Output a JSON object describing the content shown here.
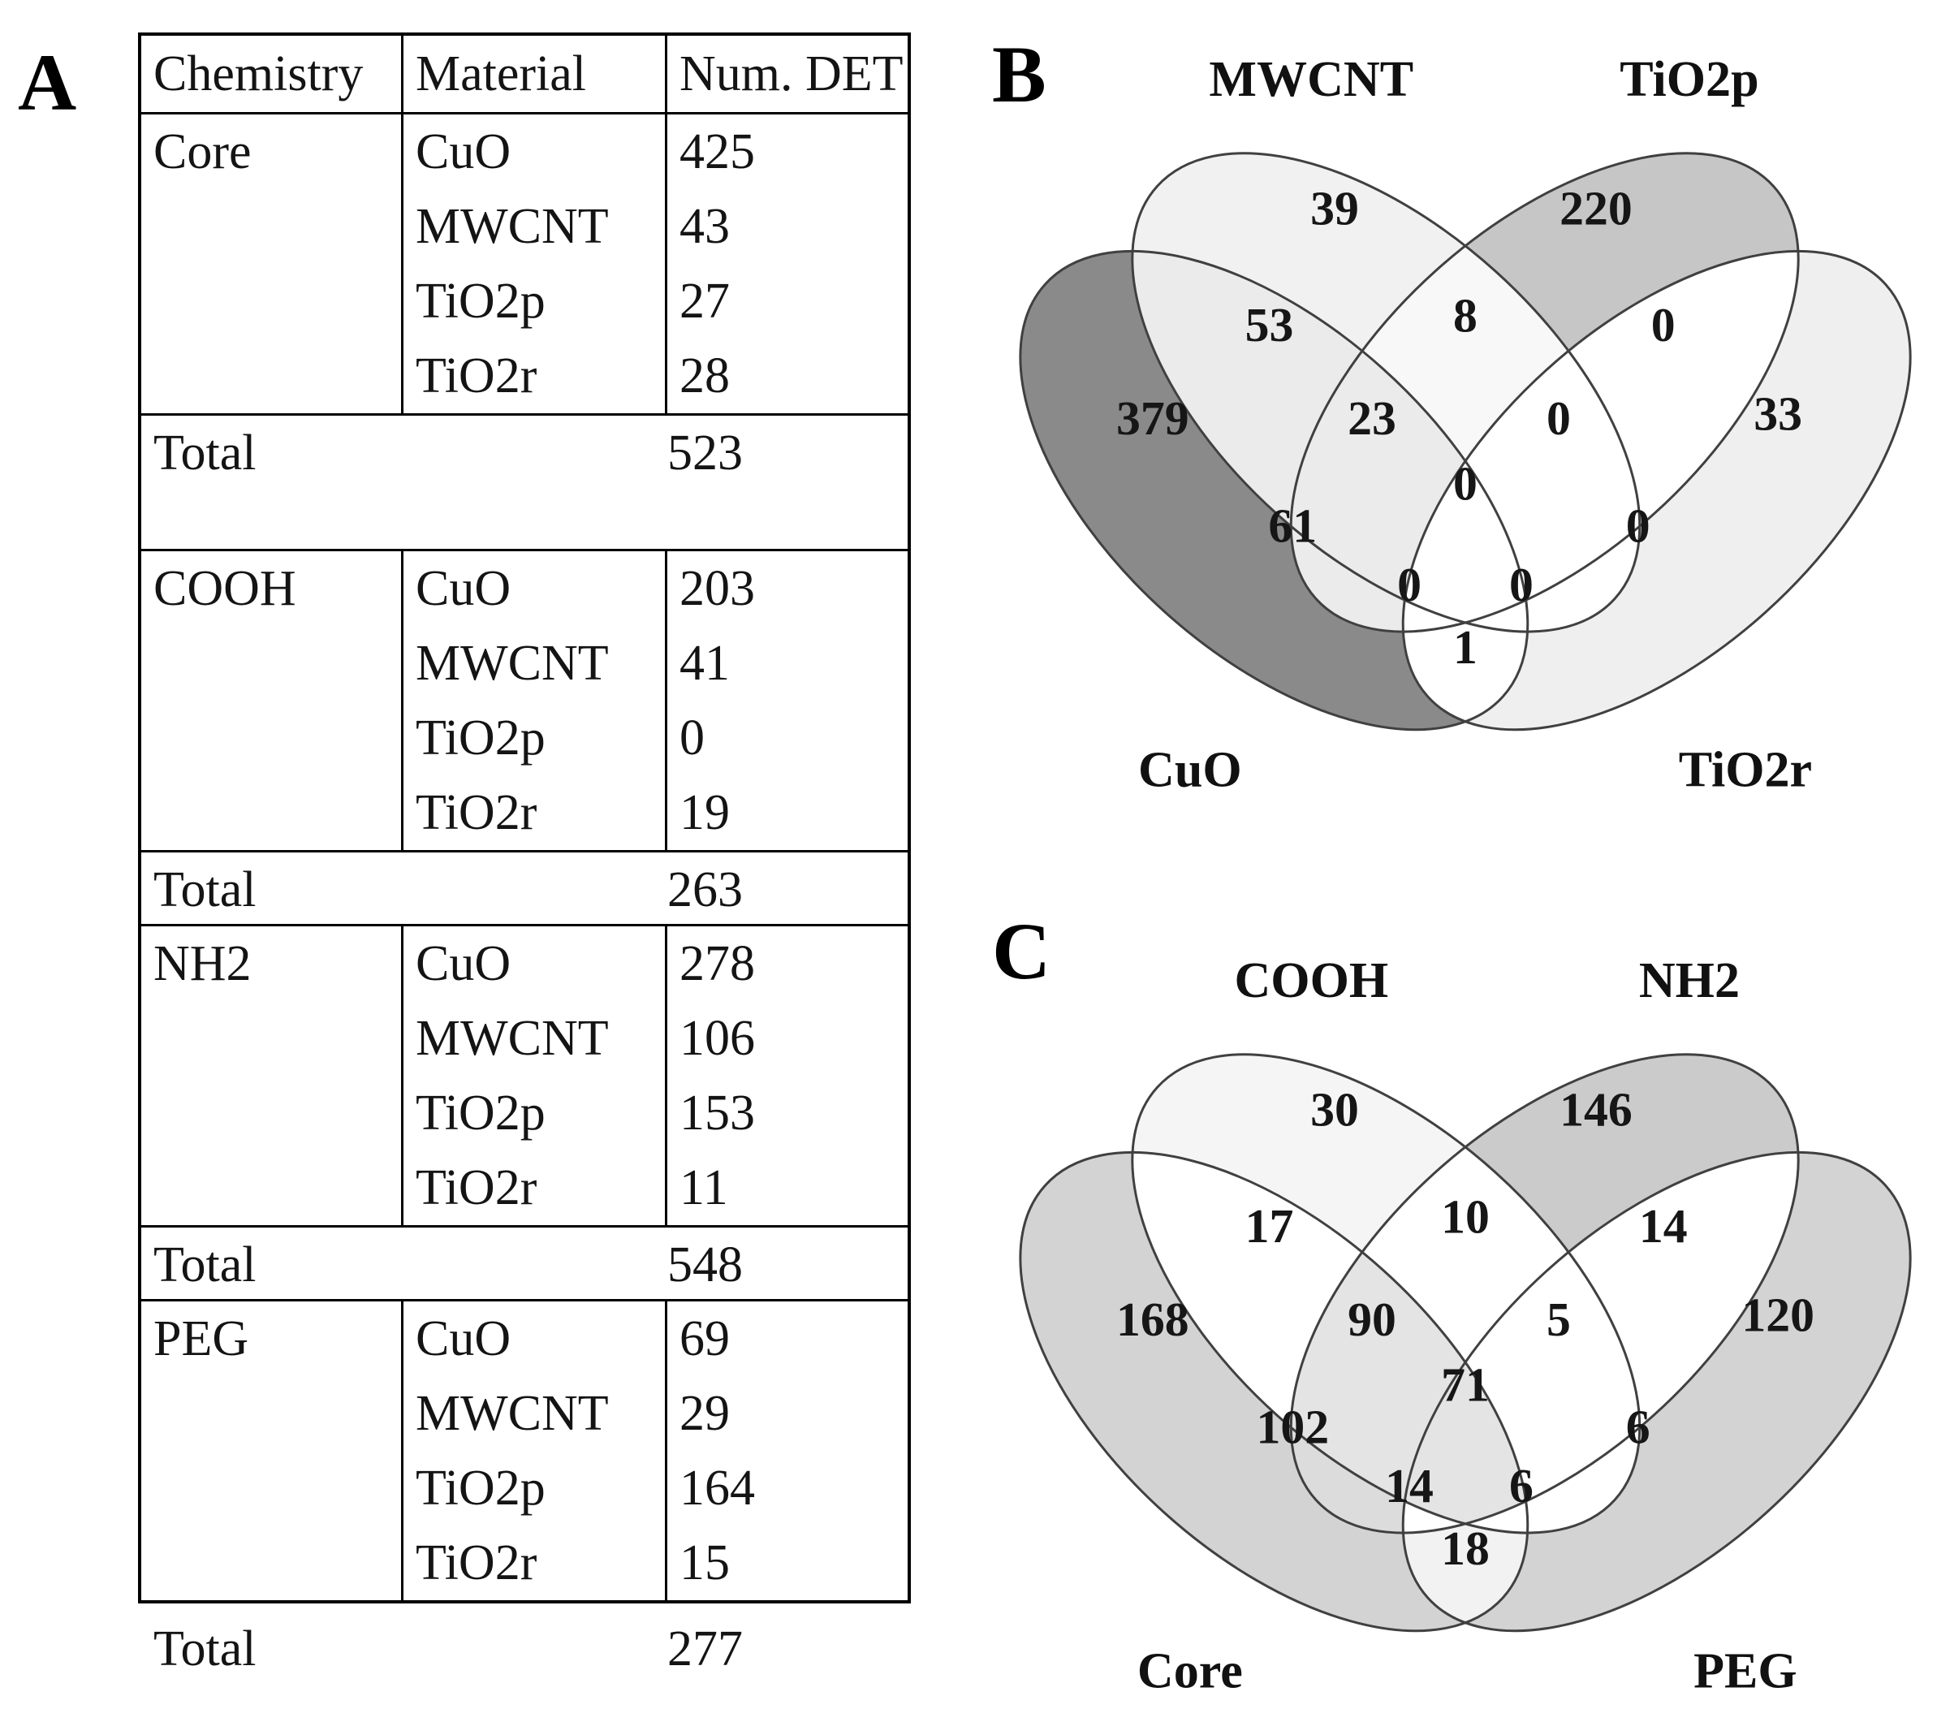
{
  "panel_a": {
    "label": "A",
    "table": {
      "headers": [
        "Chemistry",
        "Material",
        "Num. DET"
      ],
      "total_label": "Total",
      "groups": [
        {
          "chemistry": "Core",
          "materials": [
            "CuO",
            "MWCNT",
            "TiO2p",
            "TiO2r"
          ],
          "counts": [
            425,
            43,
            27,
            28
          ],
          "total": 523
        },
        {
          "chemistry": "COOH",
          "materials": [
            "CuO",
            "MWCNT",
            "TiO2p",
            "TiO2r"
          ],
          "counts": [
            203,
            41,
            0,
            19
          ],
          "total": 263
        },
        {
          "chemistry": "NH2",
          "materials": [
            "CuO",
            "MWCNT",
            "TiO2p",
            "TiO2r"
          ],
          "counts": [
            278,
            106,
            153,
            11
          ],
          "total": 548
        },
        {
          "chemistry": "PEG",
          "materials": [
            "CuO",
            "MWCNT",
            "TiO2p",
            "TiO2r"
          ],
          "counts": [
            69,
            29,
            164,
            15
          ],
          "total": 277
        }
      ]
    }
  },
  "panel_b": {
    "label": "B",
    "venn": {
      "set_labels": {
        "top_left": "MWCNT",
        "top_right": "TiO2p",
        "bottom_left": "CuO",
        "bottom_right": "TiO2r"
      },
      "colors": {
        "petal_a": "#8a8a8a",
        "petal_b": "#f1f1f1",
        "petal_c": "#c6c6c6",
        "petal_d": "#efefef",
        "band_ab": "#ebebeb",
        "band_ac": "#ebebeb",
        "band_bc": "#f8f8f8",
        "value_a_text": "#ffffff",
        "outline": "#404040"
      },
      "regions": {
        "A": "379",
        "B": "39",
        "C": "220",
        "D": "33",
        "AB": "53",
        "BC": "8",
        "CD": "0",
        "ABC": "23",
        "BCD": "0",
        "AC": "61",
        "BD": "0",
        "ABCD": "0",
        "ACD": "0",
        "ABD": "0",
        "AD": "1"
      }
    }
  },
  "panel_c": {
    "label": "C",
    "venn": {
      "set_labels": {
        "top_left": "COOH",
        "top_right": "NH2",
        "bottom_left": "Core",
        "bottom_right": "PEG"
      },
      "colors": {
        "petal_a": "#d3d3d3",
        "petal_b": "#f5f5f5",
        "petal_c": "#cbcbcb",
        "petal_d": "#d3d3d3",
        "band_ac": "#dcdcdc",
        "band_abc": "#e4e4e4",
        "band_ad": "#f2f2f2",
        "value_a_text": "#161616",
        "outline": "#404040"
      },
      "regions": {
        "A": "168",
        "B": "30",
        "C": "146",
        "D": "120",
        "AB": "17",
        "BC": "10",
        "CD": "14",
        "ABC": "90",
        "BCD": "5",
        "AC": "102",
        "BD": "6",
        "ABCD": "71",
        "ACD": "14",
        "ABD": "6",
        "AD": "18"
      }
    }
  },
  "chart_data": [
    {
      "type": "venn",
      "panel": "B",
      "sets": [
        "CuO",
        "MWCNT",
        "TiO2p",
        "TiO2r"
      ],
      "intersections": {
        "CuO only": 379,
        "MWCNT only": 39,
        "TiO2p only": 220,
        "TiO2r only": 33,
        "CuO&MWCNT": 53,
        "MWCNT&TiO2p": 8,
        "TiO2p&TiO2r": 0,
        "CuO&TiO2p": 61,
        "MWCNT&TiO2r": 0,
        "CuO&TiO2r": 1,
        "CuO&MWCNT&TiO2p": 23,
        "MWCNT&TiO2p&TiO2r": 0,
        "CuO&TiO2p&TiO2r": 0,
        "CuO&MWCNT&TiO2r": 0,
        "CuO&MWCNT&TiO2p&TiO2r": 0
      }
    },
    {
      "type": "venn",
      "panel": "C",
      "sets": [
        "Core",
        "COOH",
        "NH2",
        "PEG"
      ],
      "intersections": {
        "Core only": 168,
        "COOH only": 30,
        "NH2 only": 146,
        "PEG only": 120,
        "Core&COOH": 17,
        "COOH&NH2": 10,
        "NH2&PEG": 14,
        "Core&NH2": 102,
        "COOH&PEG": 6,
        "Core&PEG": 18,
        "Core&COOH&NH2": 90,
        "COOH&NH2&PEG": 5,
        "Core&NH2&PEG": 14,
        "Core&COOH&PEG": 6,
        "Core&COOH&NH2&PEG": 71
      }
    },
    {
      "type": "table",
      "panel": "A",
      "columns": [
        "Chemistry",
        "Material",
        "Num. DET"
      ],
      "rows": [
        [
          "Core",
          "CuO",
          425
        ],
        [
          "Core",
          "MWCNT",
          43
        ],
        [
          "Core",
          "TiO2p",
          27
        ],
        [
          "Core",
          "TiO2r",
          28
        ],
        [
          "Core",
          "Total",
          523
        ],
        [
          "COOH",
          "CuO",
          203
        ],
        [
          "COOH",
          "MWCNT",
          41
        ],
        [
          "COOH",
          "TiO2p",
          0
        ],
        [
          "COOH",
          "TiO2r",
          19
        ],
        [
          "COOH",
          "Total",
          263
        ],
        [
          "NH2",
          "CuO",
          278
        ],
        [
          "NH2",
          "MWCNT",
          106
        ],
        [
          "NH2",
          "TiO2p",
          153
        ],
        [
          "NH2",
          "TiO2r",
          11
        ],
        [
          "NH2",
          "Total",
          548
        ],
        [
          "PEG",
          "CuO",
          69
        ],
        [
          "PEG",
          "MWCNT",
          29
        ],
        [
          "PEG",
          "TiO2p",
          164
        ],
        [
          "PEG",
          "TiO2r",
          15
        ],
        [
          "PEG",
          "Total",
          277
        ]
      ]
    }
  ]
}
